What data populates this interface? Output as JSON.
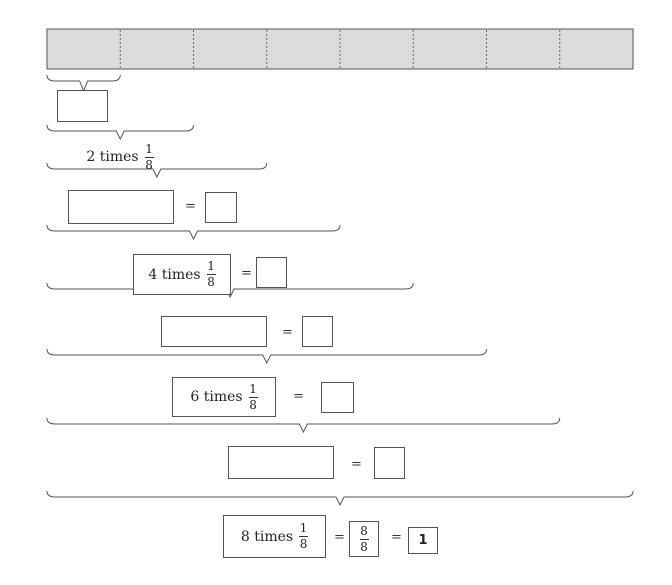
{
  "strip": {
    "parts": 8,
    "fill_color": "#dcdcdc",
    "divider_style": "dotted"
  },
  "rows": [
    {
      "count": 1,
      "label": "",
      "answer_box": false
    },
    {
      "count": 2,
      "prefix": "2 times",
      "numerator": "1",
      "denominator": "8",
      "framed": false
    },
    {
      "count": 3,
      "label": "",
      "answer_box": true
    },
    {
      "count": 4,
      "prefix": "4 times",
      "numerator": "1",
      "denominator": "8",
      "framed": true,
      "answer_box": true
    },
    {
      "count": 5,
      "label": "",
      "answer_box": true
    },
    {
      "count": 6,
      "prefix": "6 times",
      "numerator": "1",
      "denominator": "8",
      "framed": true,
      "answer_box": true
    },
    {
      "count": 7,
      "label": "",
      "answer_box": true
    },
    {
      "count": 8,
      "prefix": "8 times",
      "numerator": "1",
      "denominator": "8",
      "framed": true
    }
  ],
  "final": {
    "equals": "=",
    "fraction_numerator": "8",
    "fraction_denominator": "8",
    "whole": "1"
  },
  "symbols": {
    "equals": "="
  }
}
